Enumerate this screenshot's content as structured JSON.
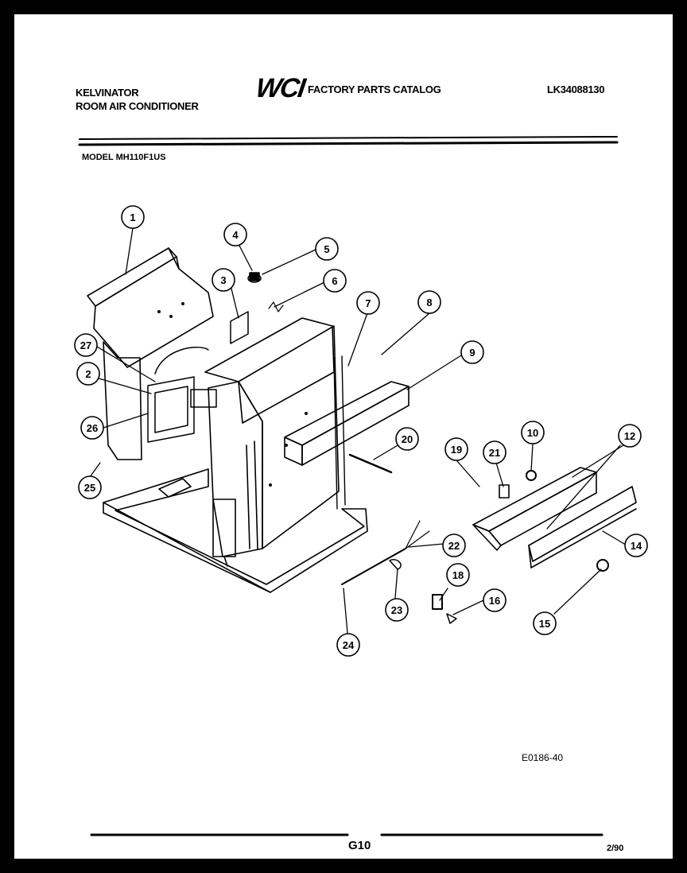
{
  "header": {
    "brand_line1": "KELVINATOR",
    "brand_line2": "ROOM AIR CONDITIONER",
    "logo_text": "WCI",
    "catalog_title": "FACTORY PARTS CATALOG",
    "catalog_number": "LK34088130",
    "model_label": "MODEL MH110F1US"
  },
  "diagram": {
    "callouts": [
      "1",
      "2",
      "3",
      "4",
      "5",
      "6",
      "7",
      "8",
      "9",
      "10",
      "12",
      "14",
      "15",
      "16",
      "18",
      "19",
      "20",
      "21",
      "22",
      "23",
      "24",
      "25",
      "26",
      "27"
    ],
    "drawing_code": "E0186-40"
  },
  "footer": {
    "page_code": "G10",
    "date": "2/90"
  }
}
